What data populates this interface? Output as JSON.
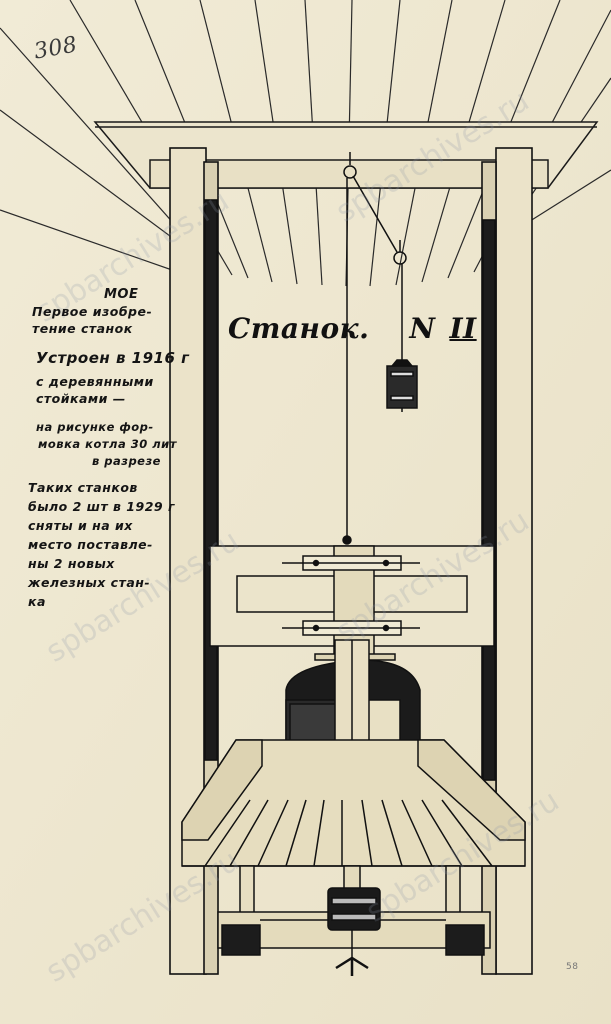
{
  "document": {
    "page_number": "308",
    "title": {
      "word": "Станок.",
      "number_sign": "N",
      "roman_numeral": "II"
    },
    "notes": [
      "МОЕ",
      "Первое изобре-",
      "тение станок",
      "Устроен в 1916 г",
      "с деревянными",
      "стойками —",
      "на рисунке фор-",
      "мовка котла 30 лит",
      "в разрезе",
      "Таких станков",
      "было 2 шт в 1929 г",
      "сняты и на их",
      "место поставле-",
      "ны 2 новых",
      "железных стан-",
      "ка"
    ],
    "corner_mark": "58",
    "watermark": "spbarchives.ru"
  }
}
